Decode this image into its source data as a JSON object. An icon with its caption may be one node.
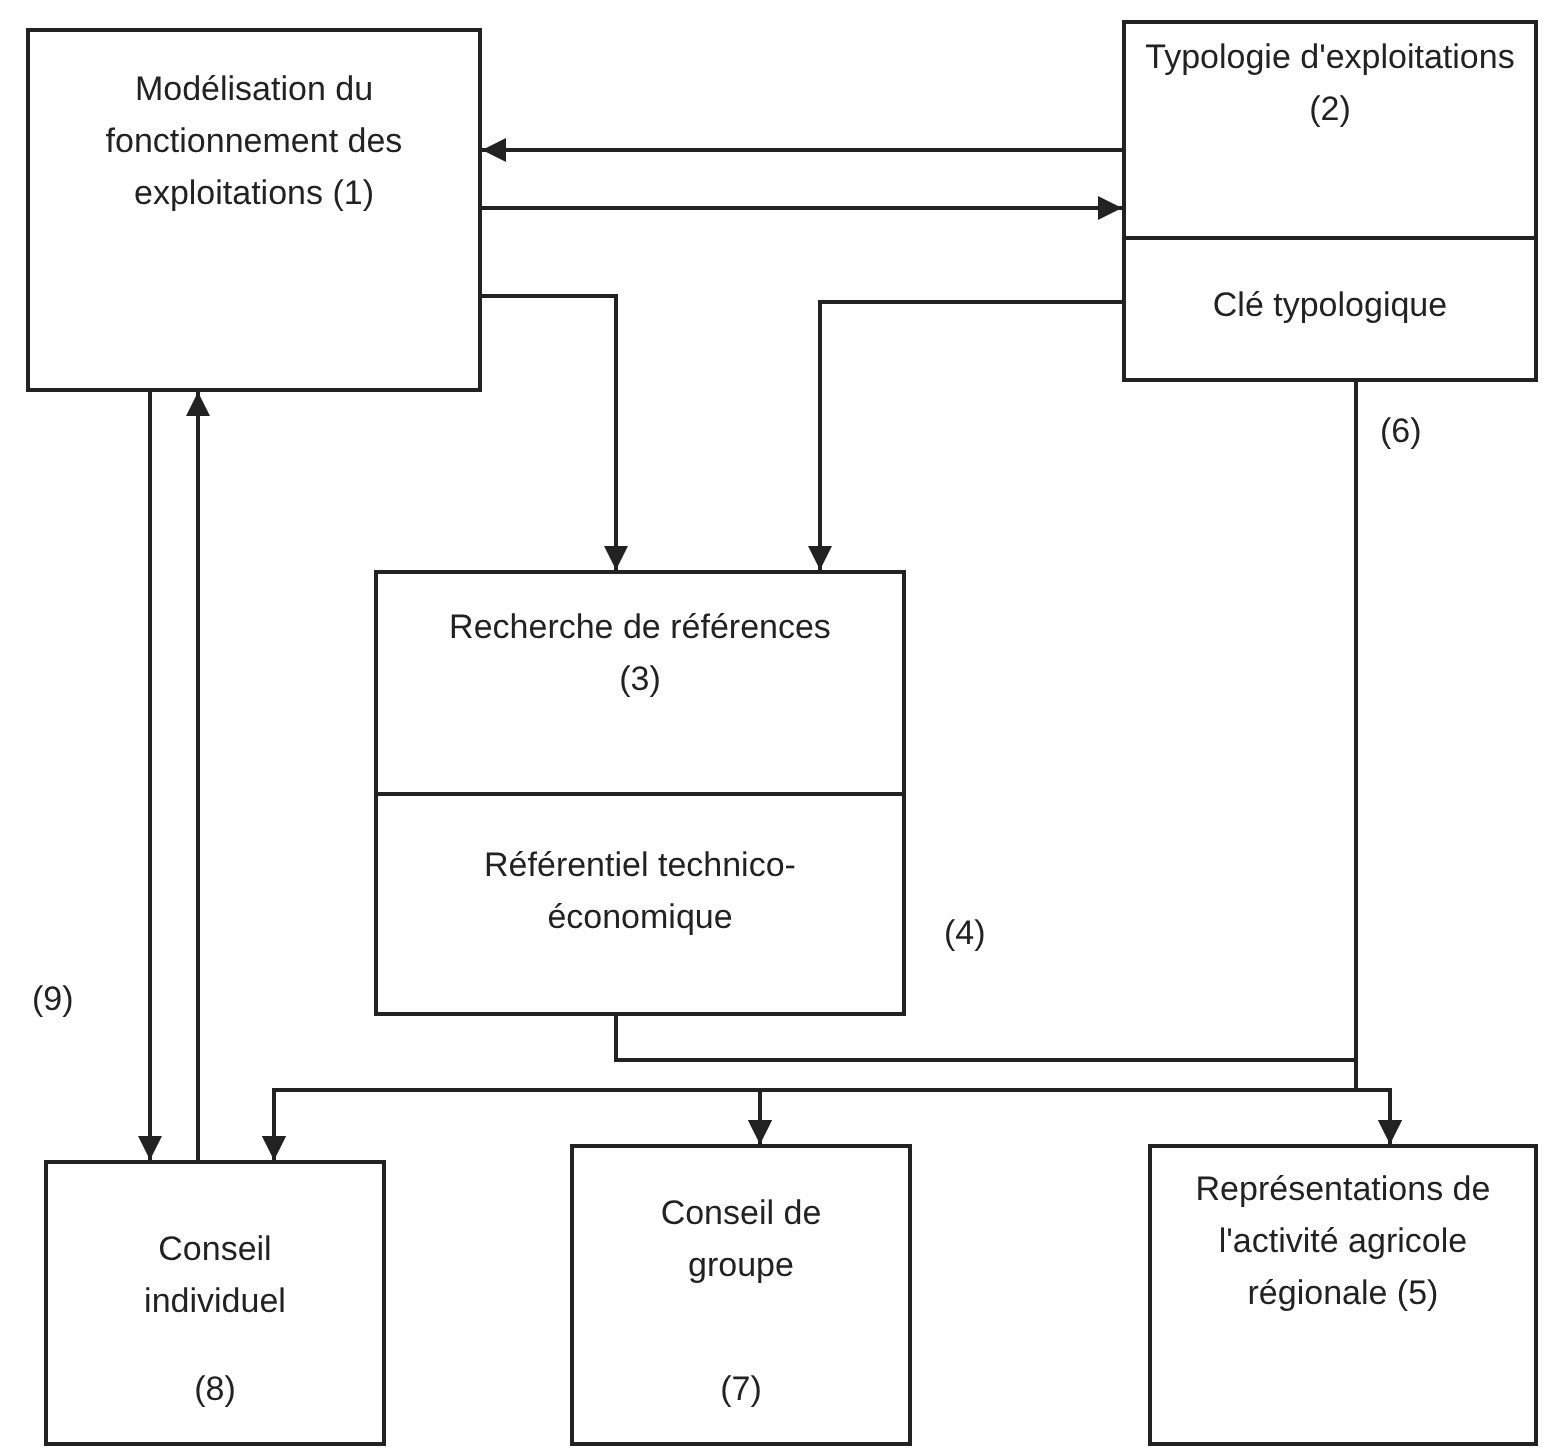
{
  "diagram": {
    "nodes": [
      {
        "text": [
          "Modélisation du fonctionnement des exploitations (1)"
        ]
      },
      {
        "text": [
          "Typologie d'exploitations (2)",
          "Clé typologique"
        ]
      },
      {
        "text": [
          "Recherche de références (3)",
          "Référentiel technico-économique"
        ],
        "beside": [
          "(4)"
        ]
      },
      {
        "text": [
          "Conseil individuel",
          "(8)"
        ]
      },
      {
        "text": [
          "Conseil de groupe",
          "(7)"
        ]
      },
      {
        "text": [
          "Représentations de l'activité agricole régionale (5)"
        ]
      }
    ],
    "edges": [
      {
        "from": 1,
        "to": 0,
        "arrow": "to"
      },
      {
        "from": 0,
        "to": 1,
        "arrow": "to"
      },
      {
        "from": 0,
        "to": 2,
        "arrow": "to"
      },
      {
        "from": 1,
        "to": 2,
        "arrow": "to"
      },
      {
        "from": 0,
        "to": 3,
        "arrow": "to"
      },
      {
        "from": 3,
        "to": 0,
        "arrow": "to"
      },
      {
        "from": 2,
        "to": 3,
        "arrow": "to"
      },
      {
        "from": 2,
        "to": 4,
        "arrow": "to"
      },
      {
        "from": 2,
        "to": 5,
        "arrow": "to"
      },
      {
        "from": 1,
        "to": 3,
        "arrow": "to"
      },
      {
        "from": 1,
        "to": 4,
        "arrow": "to"
      },
      {
        "from": 1,
        "to": 5,
        "arrow": "to"
      }
    ],
    "labels": [
      "(6)",
      "(9)"
    ]
  }
}
